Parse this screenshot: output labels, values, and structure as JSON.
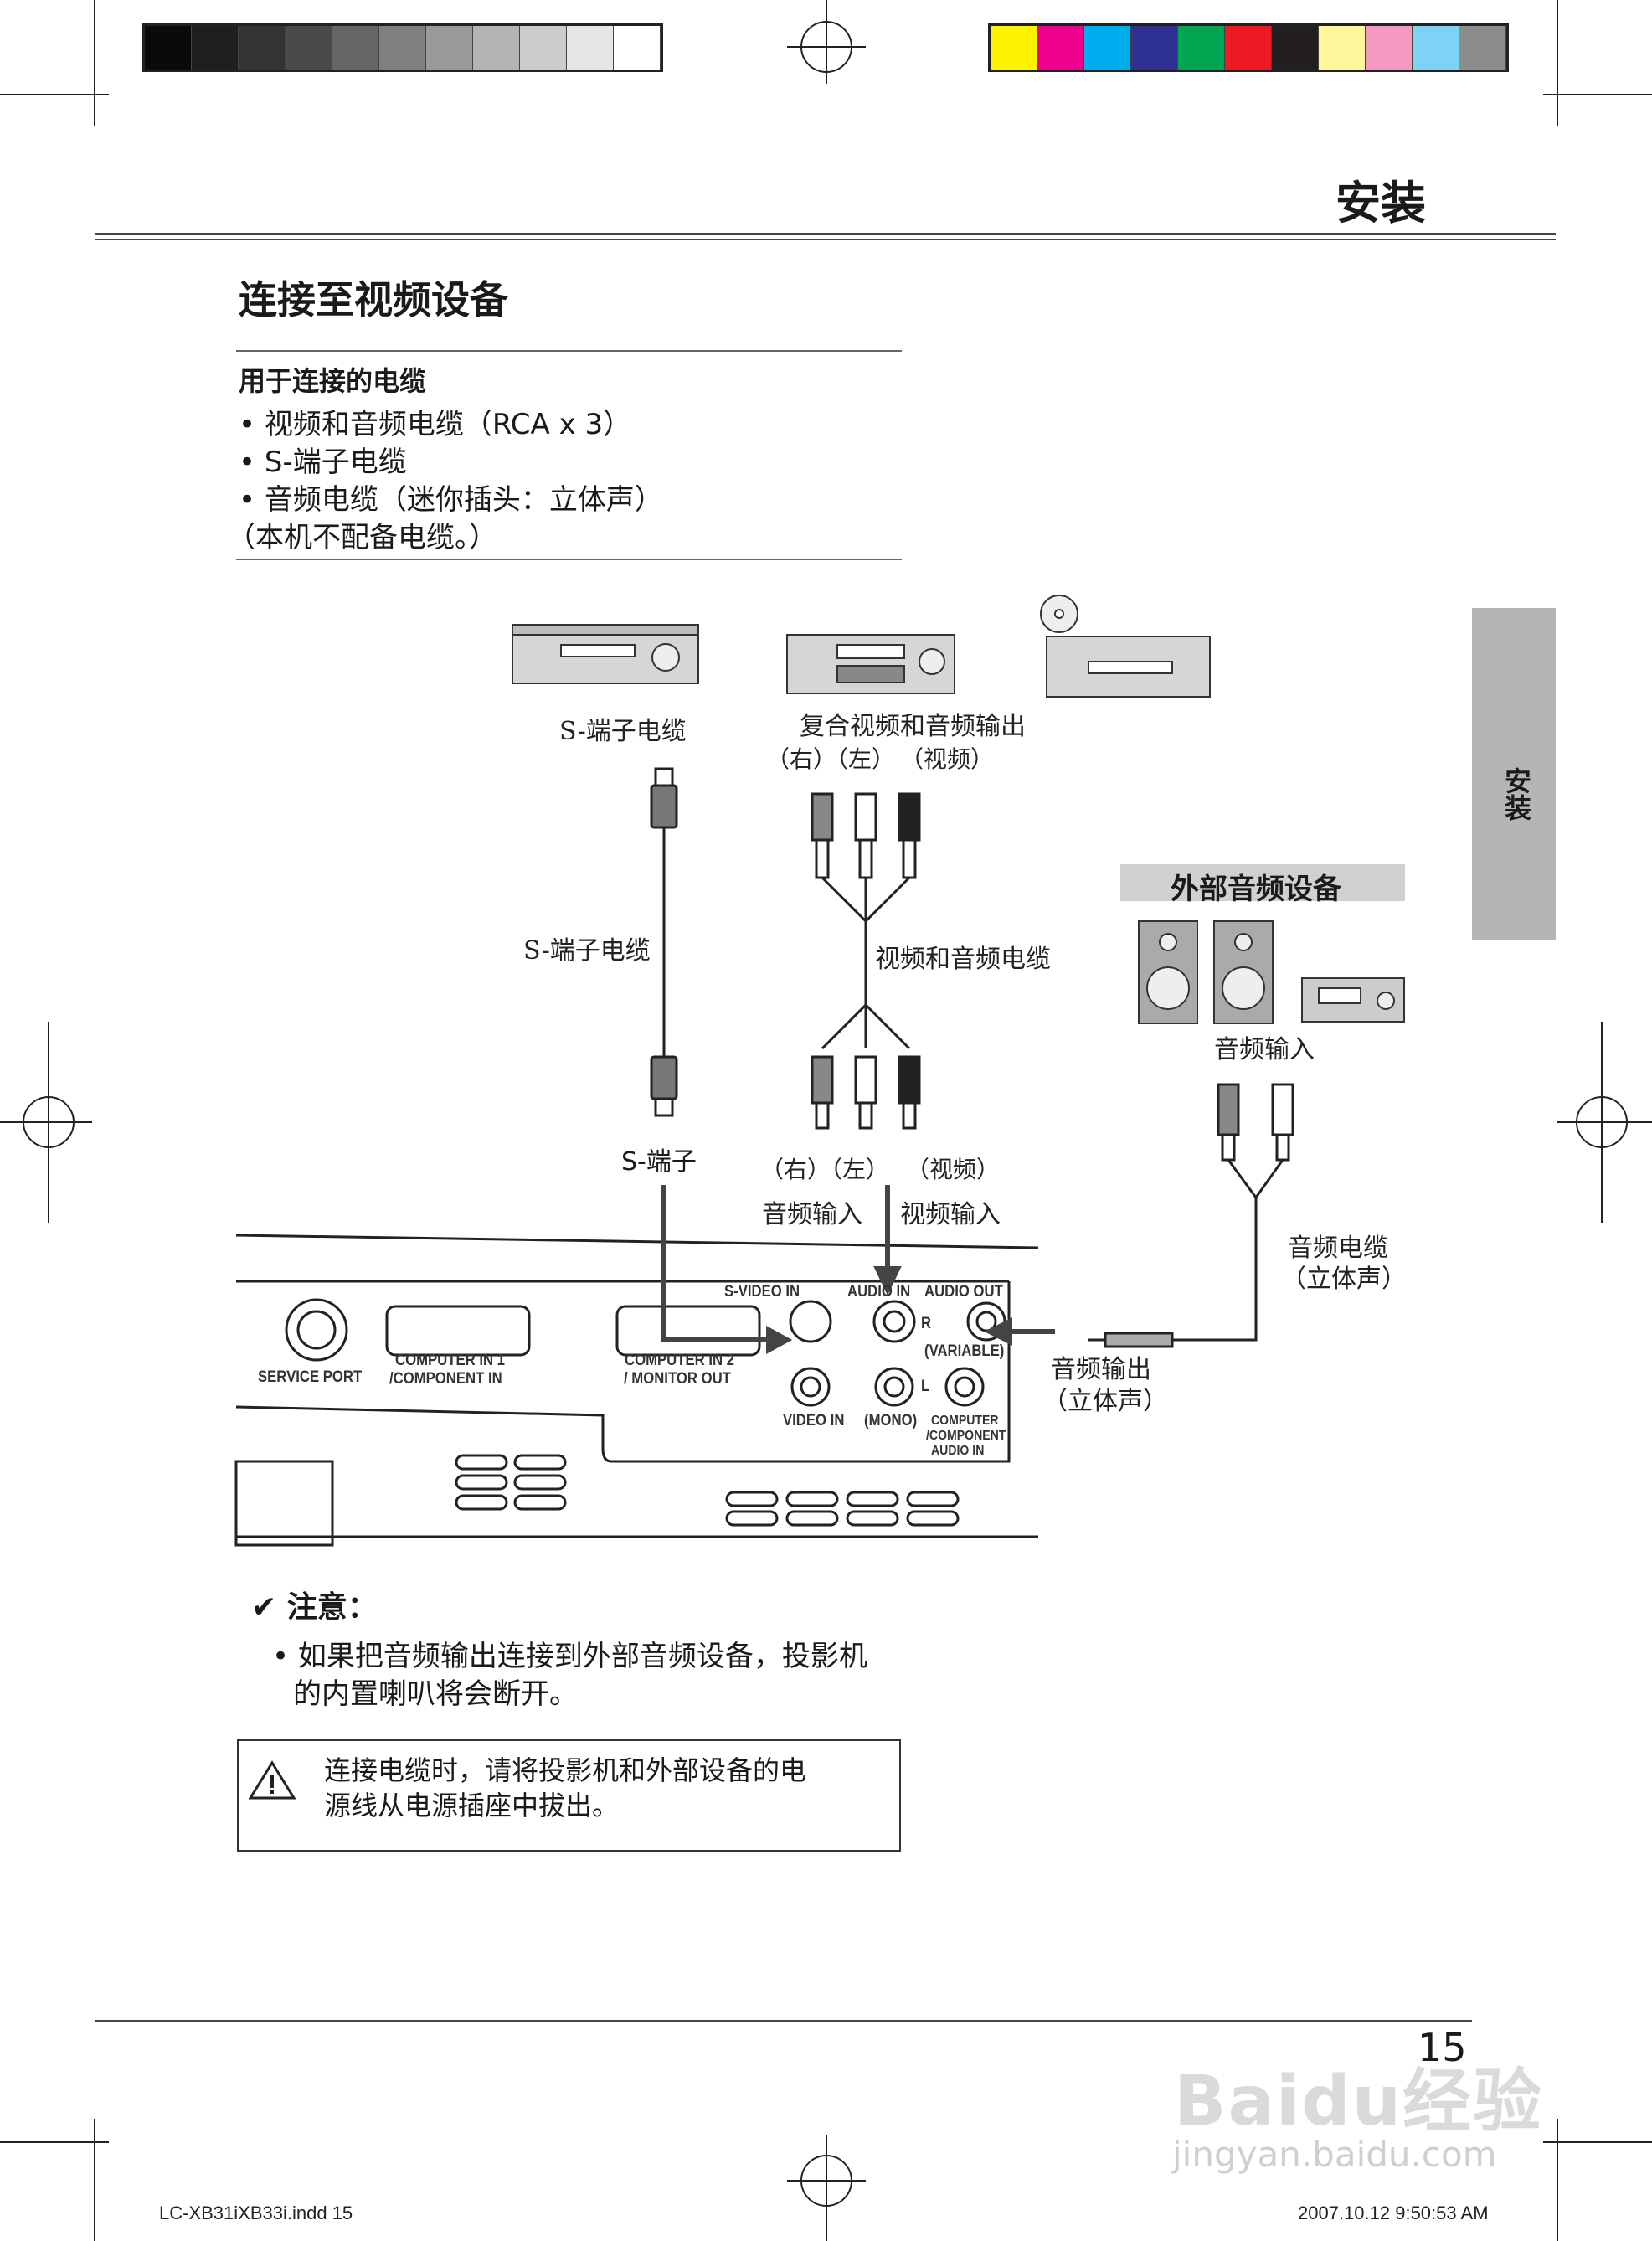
{
  "header": {
    "section_title": "安装"
  },
  "side_tab": {
    "label": "安装"
  },
  "colors": {
    "gray_bar": [
      "#0a0a0a",
      "#1f1f1f",
      "#333333",
      "#4a4a4a",
      "#666666",
      "#7f7f7f",
      "#999999",
      "#b3b3b3",
      "#cccccc",
      "#e6e6e6",
      "#ffffff"
    ],
    "color_bar": [
      "#fff200",
      "#ec008c",
      "#00aeef",
      "#2e3192",
      "#00a651",
      "#ed1c24",
      "#231f20",
      "#fff799",
      "#f49ac1",
      "#7dd3f5",
      "#8c8c8c"
    ],
    "tab_bg": "#b5b5b5"
  },
  "page": {
    "heading": "连接至视频设备",
    "cables_title": "用于连接的电缆",
    "cables": [
      "• 视频和音频电缆（RCA x 3）",
      "• S-端子电缆",
      "• 音频电缆（迷你插头：立体声）"
    ],
    "cables_note": "（本机不配备电缆。）"
  },
  "diagram": {
    "svideo_cable_top": "S-端子电缆",
    "composite_out": "复合视频和音频输出",
    "rl_top": "（右）（左）",
    "video_top": "（视频）",
    "svideo_cable_mid": "S-端子电缆",
    "av_cable": "视频和音频电缆",
    "ext_audio_title": "外部音频设备",
    "audio_in_ext": "音频输入",
    "svideo_port": "S-端子",
    "rl_bottom": "（右）（左）",
    "video_bottom": "（视频）",
    "audio_in": "音频输入",
    "video_in": "视频输入",
    "audio_cable": "音频电缆",
    "stereo_1": "（立体声）",
    "audio_out": "音频输出",
    "stereo_2": "（立体声）",
    "panel": {
      "service_port": "SERVICE PORT",
      "computer_in_1": "COMPUTER IN 1",
      "component_in": "/COMPONENT IN",
      "computer_in_2": "COMPUTER IN 2",
      "monitor_out": "/ MONITOR OUT",
      "svideo_in": "S-VIDEO IN",
      "audio_in": "AUDIO IN",
      "audio_out": "AUDIO OUT",
      "variable": "(VARIABLE)",
      "r": "R",
      "l": "L",
      "video_in": "VIDEO IN",
      "mono": "(MONO)",
      "computer": "COMPUTER",
      "component": "/COMPONENT",
      "panel_audio_in": "AUDIO IN"
    }
  },
  "note": {
    "title": "✔ 注意：",
    "line1": "• 如果把音频输出连接到外部音频设备，投影机",
    "line2": "的内置喇叭将会断开。"
  },
  "warning": {
    "line1": "连接电缆时，请将投影机和外部设备的电",
    "line2": "源线从电源插座中拔出。"
  },
  "page_number": "15",
  "footer": {
    "file": "LC-XB31iXB33i.indd   15",
    "timestamp": "2007.10.12   9:50:53 AM"
  },
  "watermark": {
    "brand": "Baidu经验",
    "url": "jingyan.baidu.com"
  }
}
